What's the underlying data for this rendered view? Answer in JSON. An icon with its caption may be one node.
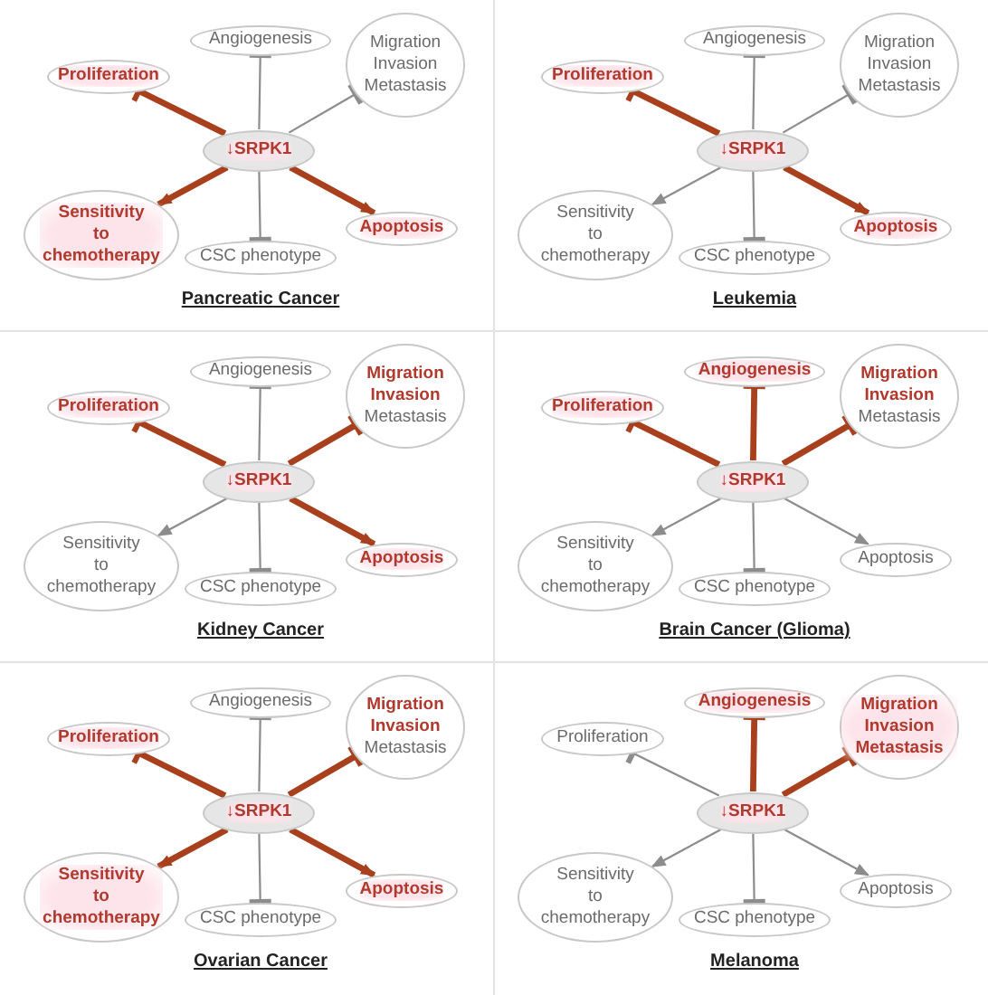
{
  "diagram": {
    "nodes": [
      {
        "text": [
          "Angiogenesis"
        ]
      },
      {
        "text": [
          "Migration Invasion Metastasis"
        ]
      },
      {
        "text": [
          "Proliferation"
        ]
      },
      {
        "text": [
          "↓SRPK1"
        ]
      },
      {
        "text": [
          "Apoptosis"
        ]
      },
      {
        "text": [
          "Sensitivity to chemotherapy"
        ]
      },
      {
        "text": [
          "CSC phenotype"
        ]
      },
      {
        "text": [
          "Angiogenesis"
        ]
      },
      {
        "text": [
          "Migration Invasion Metastasis"
        ]
      },
      {
        "text": [
          "Proliferation"
        ]
      },
      {
        "text": [
          "↓SRPK1"
        ]
      },
      {
        "text": [
          "Apoptosis"
        ]
      },
      {
        "text": [
          "Sensitivity to chemotherapy"
        ]
      },
      {
        "text": [
          "CSC phenotype"
        ]
      },
      {
        "text": [
          "Angiogenesis"
        ]
      },
      {
        "text": [
          "**Migration** **Invasion** Metastasis"
        ]
      },
      {
        "text": [
          "Proliferation"
        ]
      },
      {
        "text": [
          "↓SRPK1"
        ]
      },
      {
        "text": [
          "Apoptosis"
        ]
      },
      {
        "text": [
          "Sensitivity to chemotherapy"
        ]
      },
      {
        "text": [
          "CSC phenotype"
        ]
      },
      {
        "text": [
          "Angiogenesis"
        ]
      },
      {
        "text": [
          "**Migration** **Invasion** Metastasis"
        ]
      },
      {
        "text": [
          "Proliferation"
        ]
      },
      {
        "text": [
          "↓SRPK1"
        ]
      },
      {
        "text": [
          "Apoptosis"
        ]
      },
      {
        "text": [
          "Sensitivity to chemotherapy"
        ]
      },
      {
        "text": [
          "CSC phenotype"
        ]
      },
      {
        "text": [
          "Angiogenesis"
        ]
      },
      {
        "text": [
          "**Migration** **Invasion** Metastasis"
        ]
      },
      {
        "text": [
          "Proliferation"
        ]
      },
      {
        "text": [
          "↓SRPK1"
        ]
      },
      {
        "text": [
          "Apoptosis"
        ]
      },
      {
        "text": [
          "Sensitivity to chemotherapy"
        ]
      },
      {
        "text": [
          "CSC phenotype"
        ]
      },
      {
        "text": [
          "Angiogenesis"
        ]
      },
      {
        "text": [
          "Migration Invasion Metastasis"
        ]
      },
      {
        "text": [
          "Proliferation"
        ]
      },
      {
        "text": [
          "↓SRPK1"
        ]
      },
      {
        "text": [
          "Apoptosis"
        ]
      },
      {
        "text": [
          "Sensitivity to chemotherapy"
        ]
      },
      {
        "text": [
          "CSC phenotype"
        ]
      }
    ],
    "edges": [
      {
        "from": 3,
        "to": 0,
        "arrow": "other"
      },
      {
        "from": 3,
        "to": 1,
        "arrow": "other"
      },
      {
        "from": 3,
        "to": 2,
        "arrow": "other",
        "style": "thick",
        "color": "#a8401e"
      },
      {
        "from": 3,
        "to": 4,
        "arrow": "to",
        "style": "thick",
        "color": "#a8401e"
      },
      {
        "from": 3,
        "to": 5,
        "arrow": "to",
        "style": "thick",
        "color": "#a8401e"
      },
      {
        "from": 3,
        "to": 6,
        "arrow": "other"
      },
      {
        "from": 10,
        "to": 7,
        "arrow": "other"
      },
      {
        "from": 10,
        "to": 8,
        "arrow": "other"
      },
      {
        "from": 10,
        "to": 9,
        "arrow": "other",
        "style": "thick",
        "color": "#a8401e"
      },
      {
        "from": 10,
        "to": 11,
        "arrow": "to",
        "style": "thick",
        "color": "#a8401e"
      },
      {
        "from": 10,
        "to": 12,
        "arrow": "to"
      },
      {
        "from": 10,
        "to": 13,
        "arrow": "other"
      },
      {
        "from": 17,
        "to": 14,
        "arrow": "other"
      },
      {
        "from": 17,
        "to": 15,
        "arrow": "other",
        "style": "thick",
        "color": "#a8401e"
      },
      {
        "from": 17,
        "to": 16,
        "arrow": "other",
        "style": "thick",
        "color": "#a8401e"
      },
      {
        "from": 17,
        "to": 18,
        "arrow": "to",
        "style": "thick",
        "color": "#a8401e"
      },
      {
        "from": 17,
        "to": 19,
        "arrow": "to"
      },
      {
        "from": 17,
        "to": 20,
        "arrow": "other"
      },
      {
        "from": 24,
        "to": 21,
        "arrow": "other",
        "style": "thick",
        "color": "#a8401e"
      },
      {
        "from": 24,
        "to": 22,
        "arrow": "other",
        "style": "thick",
        "color": "#a8401e"
      },
      {
        "from": 24,
        "to": 23,
        "arrow": "other",
        "style": "thick",
        "color": "#a8401e"
      },
      {
        "from": 24,
        "to": 25,
        "arrow": "to"
      },
      {
        "from": 24,
        "to": 26,
        "arrow": "to"
      },
      {
        "from": 24,
        "to": 27,
        "arrow": "other"
      },
      {
        "from": 31,
        "to": 28,
        "arrow": "other"
      },
      {
        "from": 31,
        "to": 29,
        "arrow": "other",
        "style": "thick",
        "color": "#a8401e"
      },
      {
        "from": 31,
        "to": 30,
        "arrow": "other",
        "style": "thick",
        "color": "#a8401e"
      },
      {
        "from": 31,
        "to": 32,
        "arrow": "to",
        "style": "thick",
        "color": "#a8401e"
      },
      {
        "from": 31,
        "to": 33,
        "arrow": "to",
        "style": "thick",
        "color": "#a8401e"
      },
      {
        "from": 31,
        "to": 34,
        "arrow": "other"
      },
      {
        "from": 38,
        "to": 35,
        "arrow": "other",
        "style": "thick",
        "color": "#a8401e"
      },
      {
        "from": 38,
        "to": 36,
        "arrow": "other",
        "style": "thick",
        "color": "#a8401e"
      },
      {
        "from": 38,
        "to": 37,
        "arrow": "other"
      },
      {
        "from": 38,
        "to": 39,
        "arrow": "to"
      },
      {
        "from": 38,
        "to": 40,
        "arrow": "to"
      },
      {
        "from": 38,
        "to": 41,
        "arrow": "other"
      }
    ],
    "labels": [
      "Pancreatic Cancer",
      "Leukemia",
      "Kidney Cancer",
      "Brain Cancer (Glioma)",
      "Ovarian Cancer",
      "Melanoma"
    ]
  }
}
